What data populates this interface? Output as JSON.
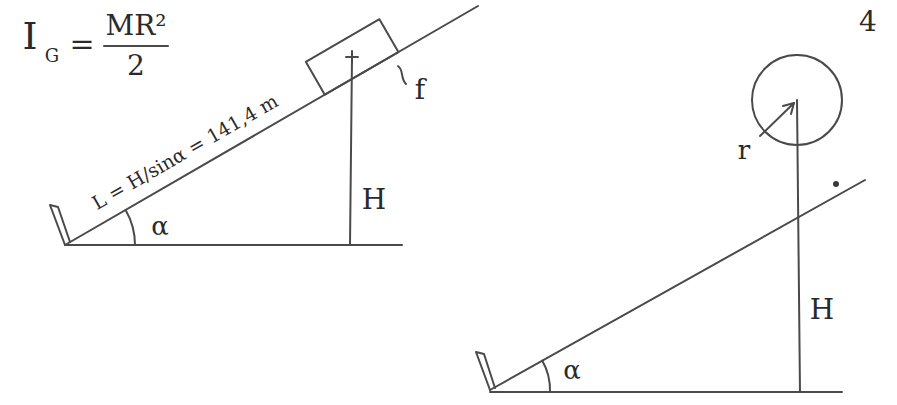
{
  "diagram": {
    "labels": [
      "4",
      "I",
      "G",
      "=",
      "MR²",
      "2",
      "L = H/sinα = 141,4 m",
      "f",
      "H",
      "α",
      "r",
      "H",
      "α"
    ]
  }
}
